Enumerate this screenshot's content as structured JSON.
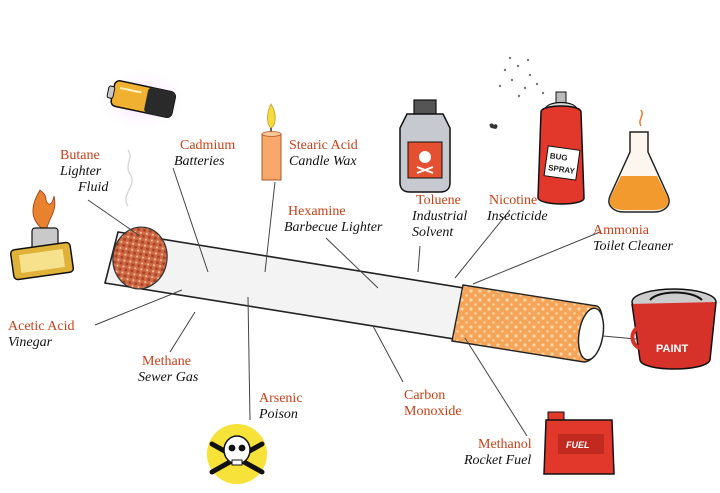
{
  "colors": {
    "chemical": "#c8401a",
    "use": "#111111",
    "filter": "#f4a55a",
    "paper": "#f2f2f2",
    "ash": "#c9603c",
    "leader": "#444444"
  },
  "labels": [
    {
      "id": "butane",
      "chemical": "Butane",
      "use_lines": [
        "Lighter",
        "Fluid"
      ]
    },
    {
      "id": "cadmium",
      "chemical": "Cadmium",
      "use_lines": [
        "Batteries"
      ]
    },
    {
      "id": "stearic",
      "chemical": "Stearic Acid",
      "use_lines": [
        "Candle Wax"
      ]
    },
    {
      "id": "hexamine",
      "chemical": "Hexamine",
      "use_lines": [
        "Barbecue Lighter"
      ]
    },
    {
      "id": "toluene",
      "chemical": "Toluene",
      "use_lines": [
        "Industrial",
        "Solvent"
      ]
    },
    {
      "id": "nicotine",
      "chemical": "Nicotine",
      "use_lines": [
        "Insecticide"
      ]
    },
    {
      "id": "ammonia",
      "chemical": "Ammonia",
      "use_lines": [
        "Toilet Cleaner"
      ]
    },
    {
      "id": "acetic",
      "chemical": "Acetic Acid",
      "use_lines": [
        "Vinegar"
      ]
    },
    {
      "id": "methane",
      "chemical": "Methane",
      "use_lines": [
        "Sewer Gas"
      ]
    },
    {
      "id": "arsenic",
      "chemical": "Arsenic",
      "use_lines": [
        "Poison"
      ]
    },
    {
      "id": "carbon",
      "chemical_lines": [
        "Carbon",
        "Monoxide"
      ],
      "use_lines": []
    },
    {
      "id": "methanol",
      "chemical": "Methanol",
      "use_lines": [
        "Rocket Fuel"
      ]
    }
  ],
  "icons": {
    "paint_text": "PAINT",
    "fuel_text": "FUEL",
    "bug_spray_lines": [
      "BUG",
      "SPRAY"
    ]
  }
}
